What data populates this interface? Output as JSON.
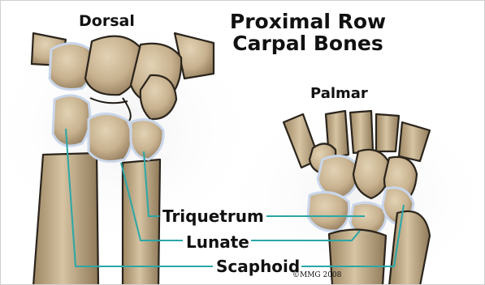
{
  "title": {
    "line1": "Proximal Row",
    "line2": "Carpal Bones"
  },
  "views": {
    "dorsal": "Dorsal",
    "palmar": "Palmar"
  },
  "labels": {
    "triquetrum": "Triquetrum",
    "lunate": "Lunate",
    "scaphoid": "Scaphoid"
  },
  "copyright": "©MMG 2008",
  "colors": {
    "leader_line": "#2aa7a7",
    "bone_fill": "#cbb795",
    "bone_shadow": "#8f7a5c",
    "cartilage": "#c9d6ea",
    "outline": "#2a241c"
  }
}
